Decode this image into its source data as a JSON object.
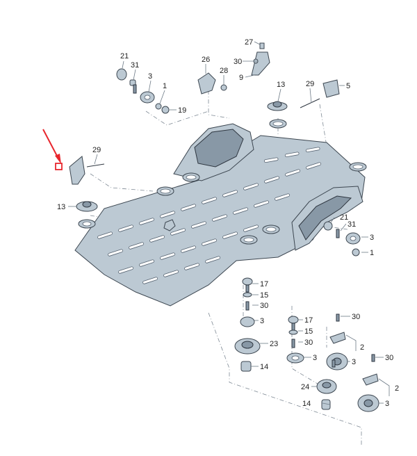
{
  "diagram": {
    "callouts": {
      "c21a": "21",
      "c31a": "31",
      "c3a": "3",
      "c1a": "1",
      "c19": "19",
      "c26": "26",
      "c28": "28",
      "c27": "27",
      "c30a": "30",
      "c9": "9",
      "c13a": "13",
      "c29a": "29",
      "c5": "5",
      "c29b": "29",
      "c13b": "13",
      "c21b": "21",
      "c31b": "31",
      "c3b": "3",
      "c1b": "1",
      "c17a": "17",
      "c15a": "15",
      "c30b": "30",
      "c3c": "3",
      "c23": "23",
      "c14a": "14",
      "c17b": "17",
      "c15b": "15",
      "c30c": "30",
      "c30d": "30",
      "c2a": "2",
      "c3d": "3",
      "c3e": "3",
      "c30e": "30",
      "c24": "24",
      "c2b": "2",
      "c14b": "14",
      "c3f": "3"
    },
    "colors": {
      "arrow": "#e8262d",
      "part_fill": "#bcc9d3",
      "outline": "#3c4650"
    }
  }
}
